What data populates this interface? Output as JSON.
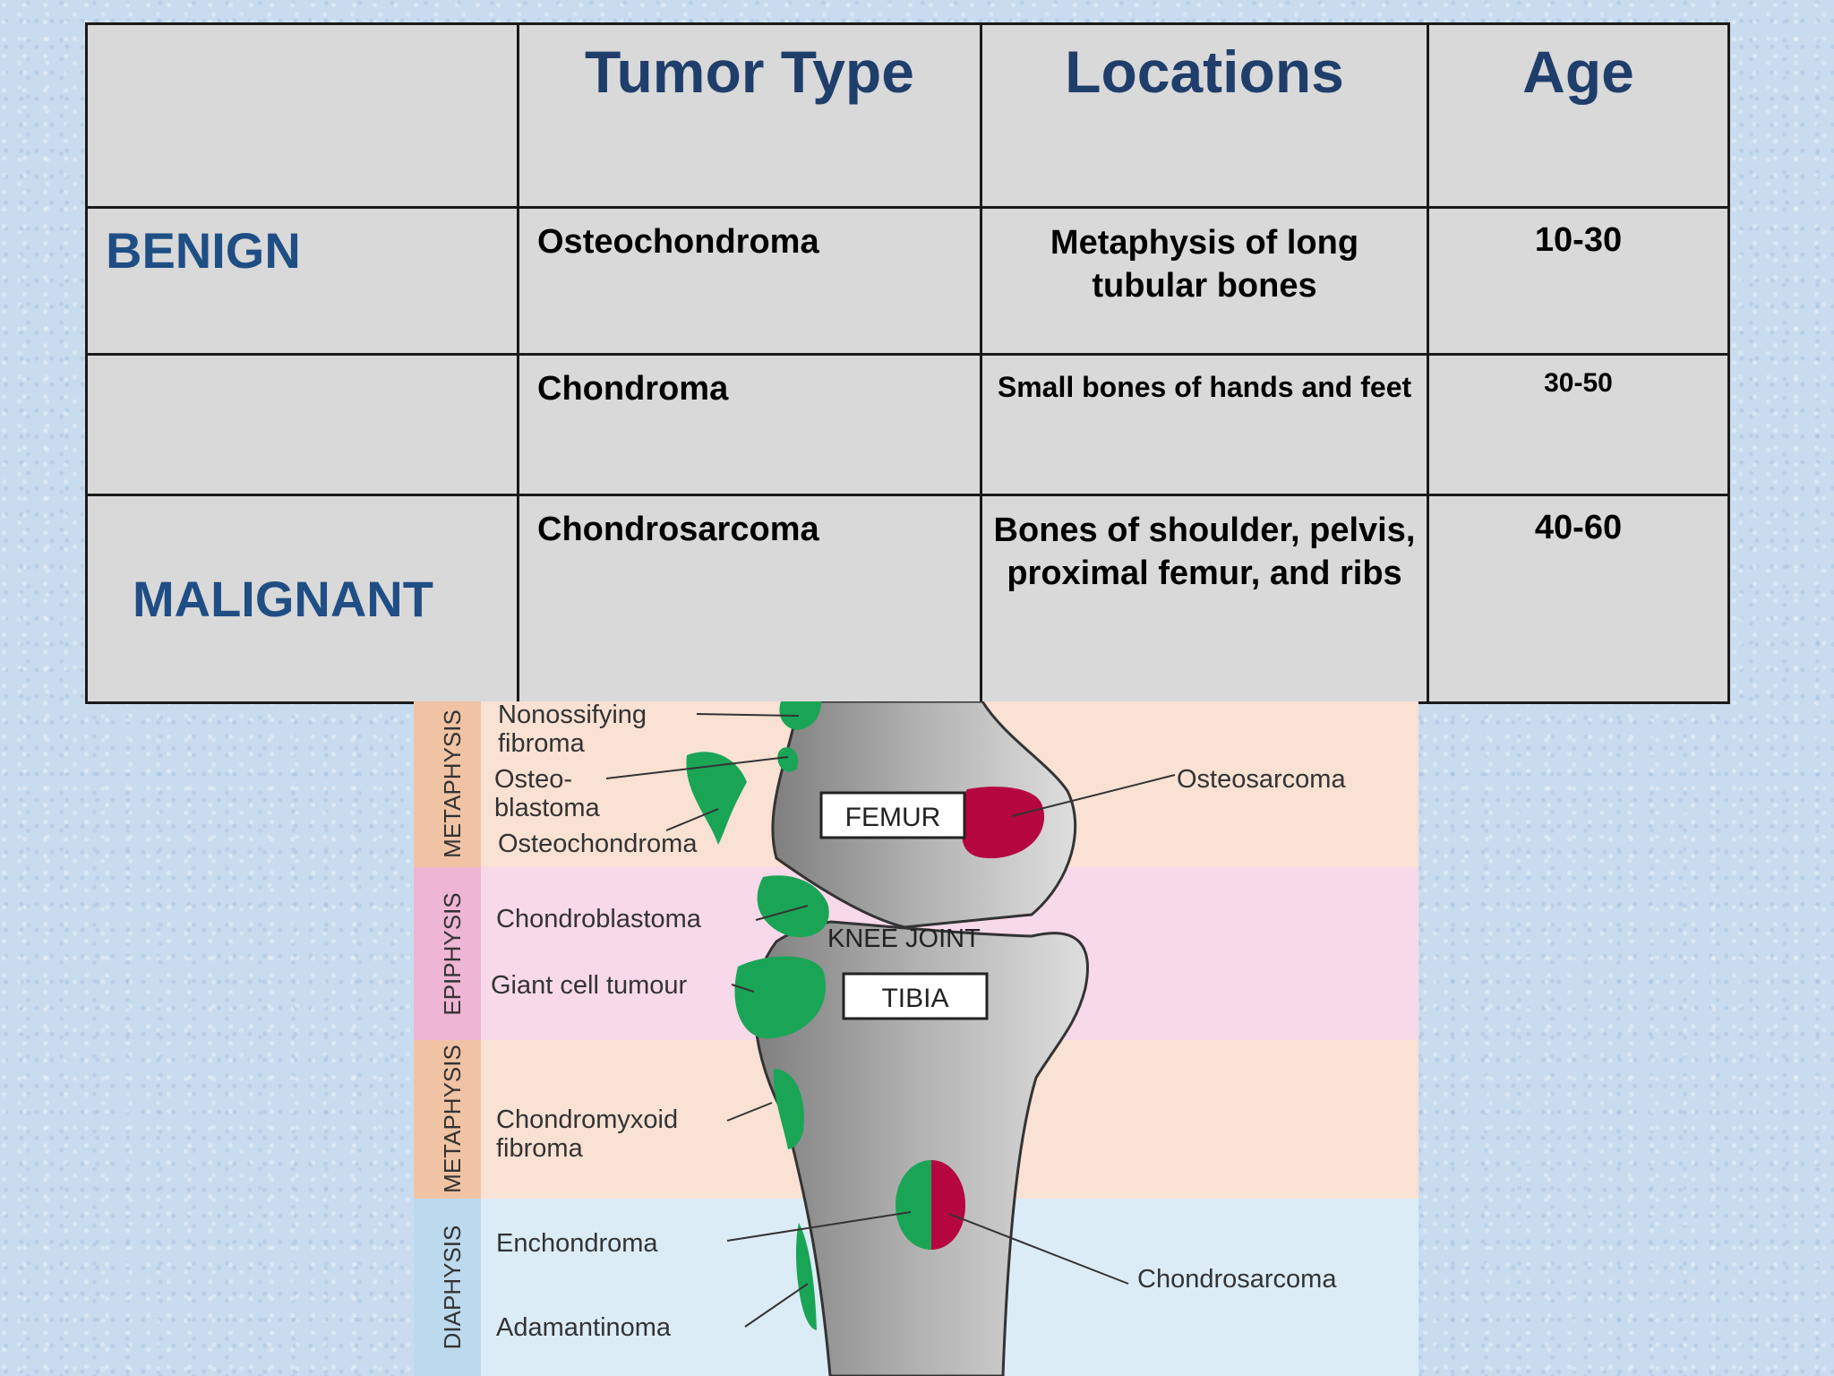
{
  "table": {
    "headers": [
      "",
      "Tumor Type",
      "Locations",
      "Age"
    ],
    "rows": [
      {
        "category": "BENIGN",
        "tumor": "Osteochondroma",
        "location": "Metaphysis of long tubular bones",
        "age": "10-30"
      },
      {
        "category": "",
        "tumor": "Chondroma",
        "location": "Small bones of hands and feet",
        "age": "30-50"
      },
      {
        "category": "MALIGNANT",
        "tumor": "Chondrosarcoma",
        "location": "Bones of shoulder, pelvis, proximal femur, and ribs",
        "age": "40-60"
      }
    ]
  },
  "diagram": {
    "zones": [
      "METAPHYSIS",
      "EPIPHYSIS",
      "METAPHYSIS",
      "DIAPHYSIS"
    ],
    "bone_labels": {
      "femur": "FEMUR",
      "tibia": "TIBIA",
      "knee": "KNEE JOINT"
    },
    "labels": {
      "nonossifying_1": "Nonossifying",
      "nonossifying_2": "fibroma",
      "osteoblastoma_1": "Osteo-",
      "osteoblastoma_2": "blastoma",
      "osteochondroma": "Osteochondroma",
      "chondroblastoma": "Chondroblastoma",
      "giant_cell": "Giant cell tumour",
      "chondromyxoid_1": "Chondromyxoid",
      "chondromyxoid_2": "fibroma",
      "enchondroma": "Enchondroma",
      "adamantinoma": "Adamantinoma",
      "osteosarcoma": "Osteosarcoma",
      "chondrosarcoma": "Chondrosarcoma"
    },
    "colors": {
      "benign": "#1aa556",
      "malignant": "#b5063f",
      "metaphysis_band": "#f9e1d3",
      "epiphysis_band": "#f8d9ea",
      "diaphysis_band": "#dcecf7",
      "bone": "#a3a3a3"
    }
  }
}
